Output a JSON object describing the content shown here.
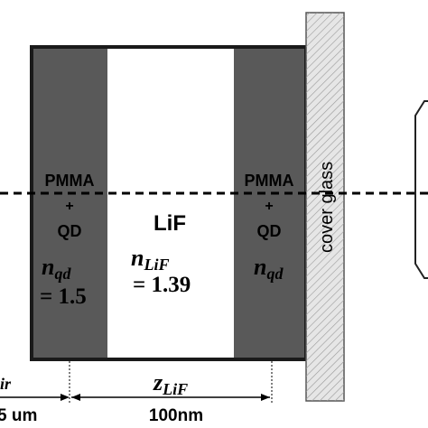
{
  "layers": {
    "left": {
      "line1": "PMMA",
      "line2": "+",
      "line3": "QD",
      "index_symbol": "n",
      "index_sub": "qd",
      "index_value": "= 1.5"
    },
    "center": {
      "name": "LiF",
      "index_symbol": "n",
      "index_sub": "LiF",
      "index_value": "= 1.39"
    },
    "right": {
      "line1": "PMMA",
      "line2": "+",
      "line3": "QD",
      "index_symbol": "n",
      "index_sub": "qd"
    },
    "cover": {
      "label": "cover glass"
    }
  },
  "dimensions": {
    "left": {
      "symbol_partial": "ir",
      "value_partial": "5 um"
    },
    "center": {
      "symbol": "z",
      "sub": "LiF",
      "value": "100nm"
    }
  },
  "colors": {
    "pmma": "#595959",
    "lif": "#ffffff",
    "border": "#1a1a1a",
    "cover_fill": "#d9d9d9",
    "hatch": "#9a9a9a"
  }
}
